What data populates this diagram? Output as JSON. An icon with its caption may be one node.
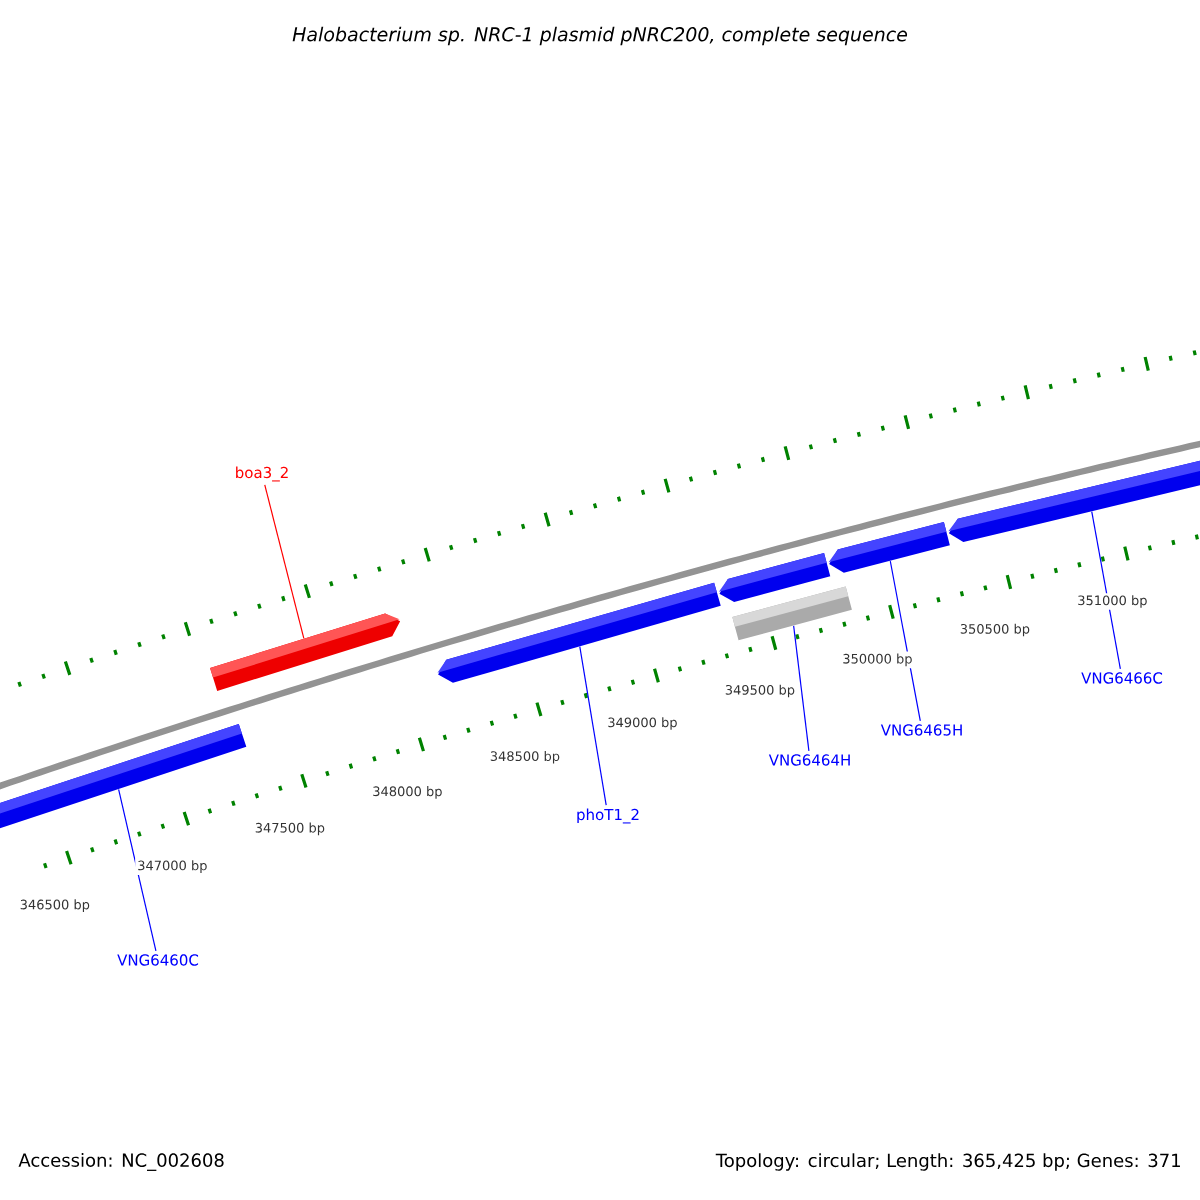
{
  "diagram": {
    "title": "Halobacterium sp. NRC-1 plasmid pNRC200, complete sequence",
    "nodes": [
      {
        "text": [
          "boa3_2"
        ]
      },
      {
        "text": [],
        "shape": "arrow"
      },
      {
        "text": [],
        "shape": "bar"
      },
      {
        "text": [],
        "shape": "arrow"
      },
      {
        "text": [],
        "shape": "arrow"
      },
      {
        "text": [],
        "shape": "bar"
      },
      {
        "text": [],
        "shape": "arrow"
      },
      {
        "text": [],
        "shape": "arrow"
      },
      {
        "text": [
          "VNG6460C"
        ]
      },
      {
        "text": [
          "phoT1_2"
        ]
      },
      {
        "text": [
          "VNG6464H"
        ]
      },
      {
        "text": [
          "VNG6465H"
        ]
      },
      {
        "text": [
          "VNG6466C"
        ]
      }
    ],
    "edges": [
      {
        "from": 0,
        "to": 1,
        "arrow": "none",
        "color": "#ff0000"
      },
      {
        "from": 8,
        "to": 2,
        "arrow": "none"
      },
      {
        "from": 9,
        "to": 3,
        "arrow": "none"
      },
      {
        "from": 10,
        "to": 5,
        "arrow": "none"
      },
      {
        "from": 11,
        "to": 6,
        "arrow": "none"
      },
      {
        "from": 12,
        "to": 7,
        "arrow": "none"
      }
    ],
    "labels": [
      "346500 bp",
      "347000 bp",
      "347500 bp",
      "348000 bp",
      "348500 bp",
      "349000 bp",
      "349500 bp",
      "350000 bp",
      "350500 bp",
      "351000 bp",
      "Accession: NC_002608",
      "Topology: circular; Length: 365,425 bp; Genes: 371"
    ]
  }
}
